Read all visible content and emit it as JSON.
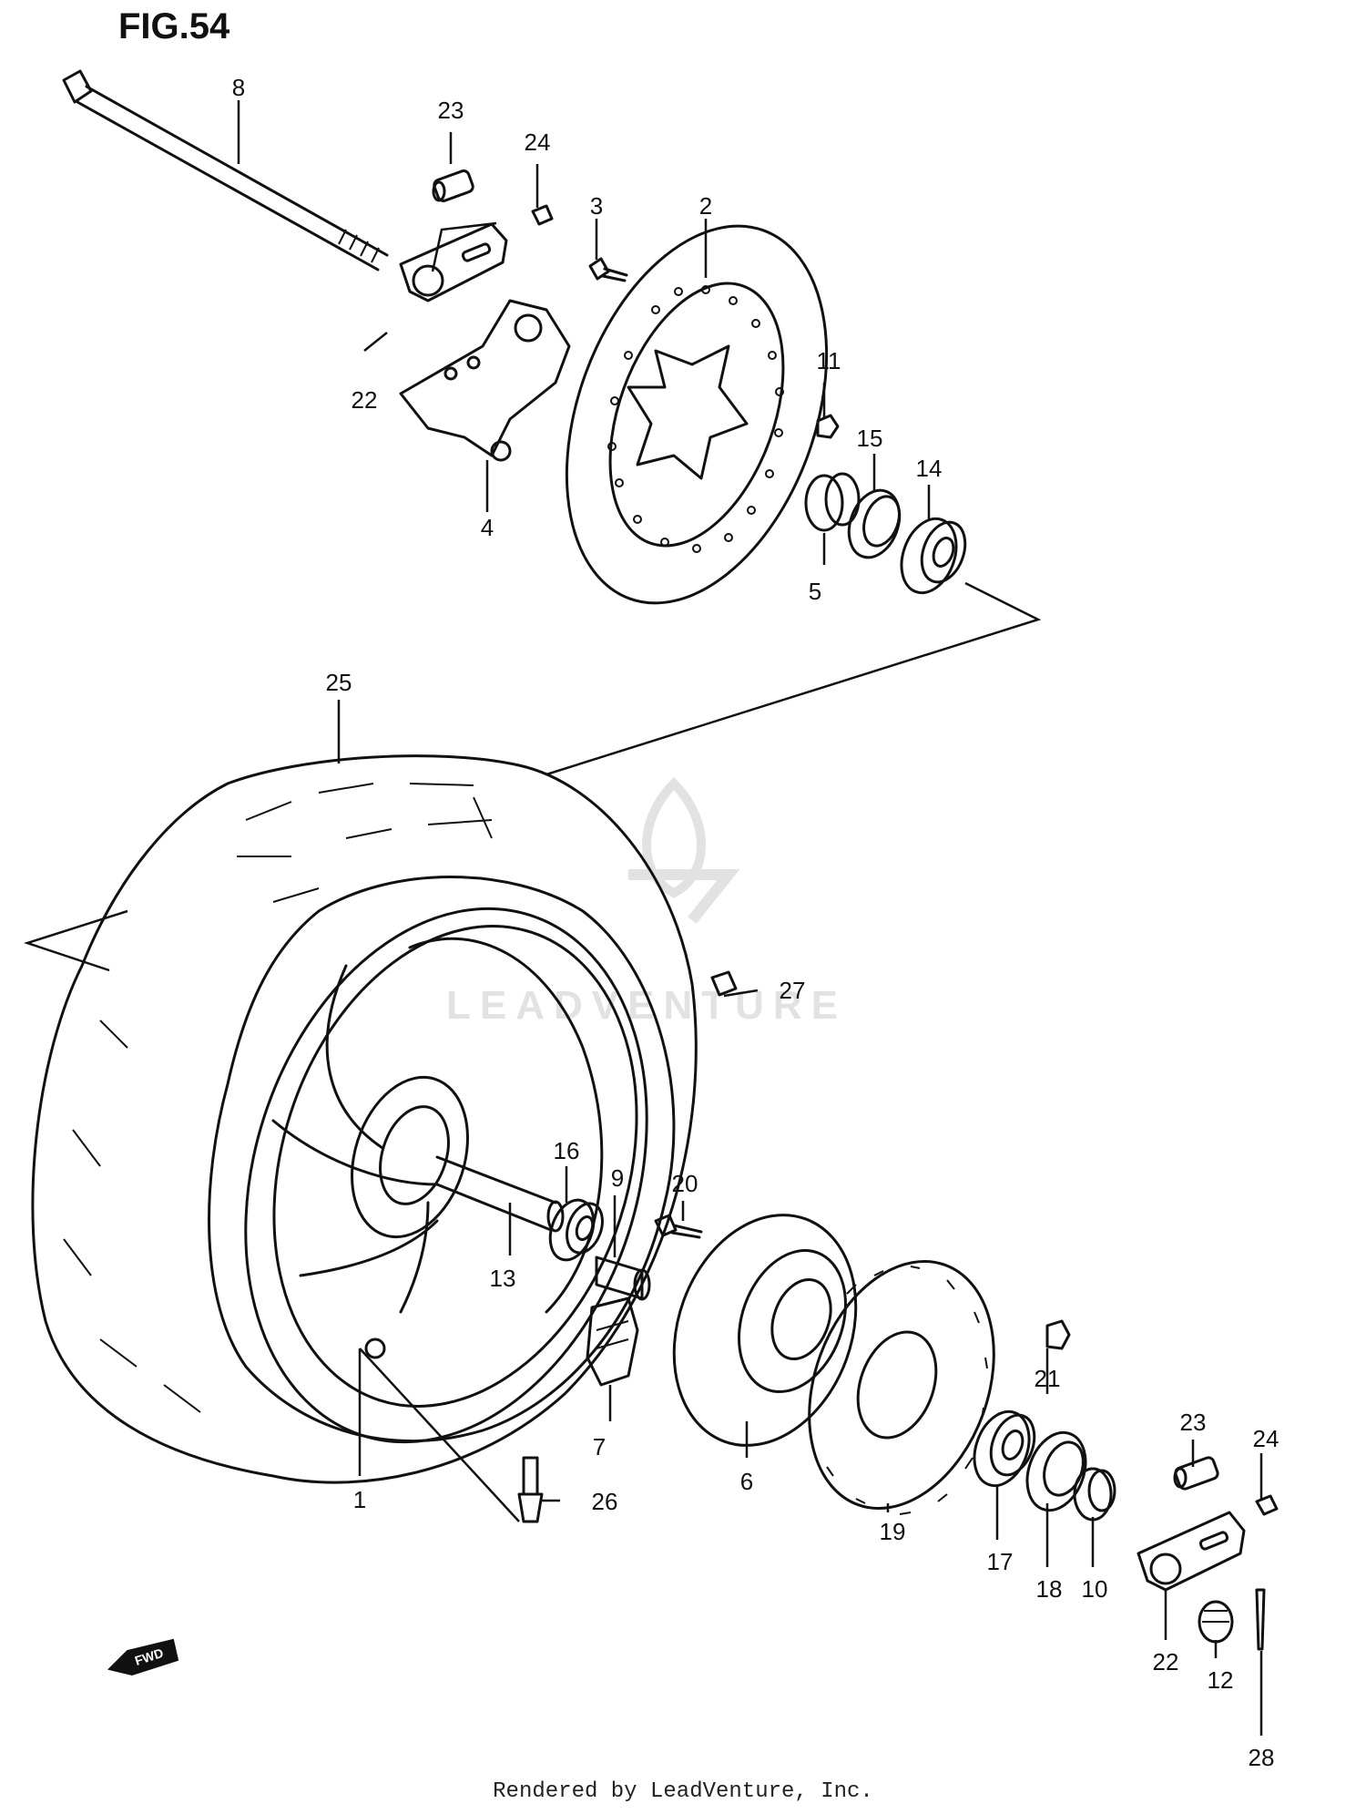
{
  "figure": {
    "title": "FIG.54"
  },
  "watermark": {
    "text": "LEADVENTURE"
  },
  "footer": {
    "credit": "Rendered by LeadVenture, Inc."
  },
  "direction_arrow": {
    "label": "FWD",
    "icon": "forward-arrow-icon"
  },
  "callouts": [
    {
      "id": "c8",
      "label": "8"
    },
    {
      "id": "c23a",
      "label": "23"
    },
    {
      "id": "c24a",
      "label": "24"
    },
    {
      "id": "c3",
      "label": "3"
    },
    {
      "id": "c2",
      "label": "2"
    },
    {
      "id": "c22a",
      "label": "22"
    },
    {
      "id": "c4",
      "label": "4"
    },
    {
      "id": "c11",
      "label": "11"
    },
    {
      "id": "c15",
      "label": "15"
    },
    {
      "id": "c14",
      "label": "14"
    },
    {
      "id": "c5",
      "label": "5"
    },
    {
      "id": "c25",
      "label": "25"
    },
    {
      "id": "c27",
      "label": "27"
    },
    {
      "id": "c16",
      "label": "16"
    },
    {
      "id": "c9",
      "label": "9"
    },
    {
      "id": "c20",
      "label": "20"
    },
    {
      "id": "c13",
      "label": "13"
    },
    {
      "id": "c7",
      "label": "7"
    },
    {
      "id": "c1",
      "label": "1"
    },
    {
      "id": "c26",
      "label": "26"
    },
    {
      "id": "c6",
      "label": "6"
    },
    {
      "id": "c19",
      "label": "19"
    },
    {
      "id": "c21",
      "label": "21"
    },
    {
      "id": "c17",
      "label": "17"
    },
    {
      "id": "c18",
      "label": "18"
    },
    {
      "id": "c10",
      "label": "10"
    },
    {
      "id": "c23b",
      "label": "23"
    },
    {
      "id": "c24b",
      "label": "24"
    },
    {
      "id": "c22b",
      "label": "22"
    },
    {
      "id": "c12",
      "label": "12"
    },
    {
      "id": "c28",
      "label": "28"
    }
  ]
}
